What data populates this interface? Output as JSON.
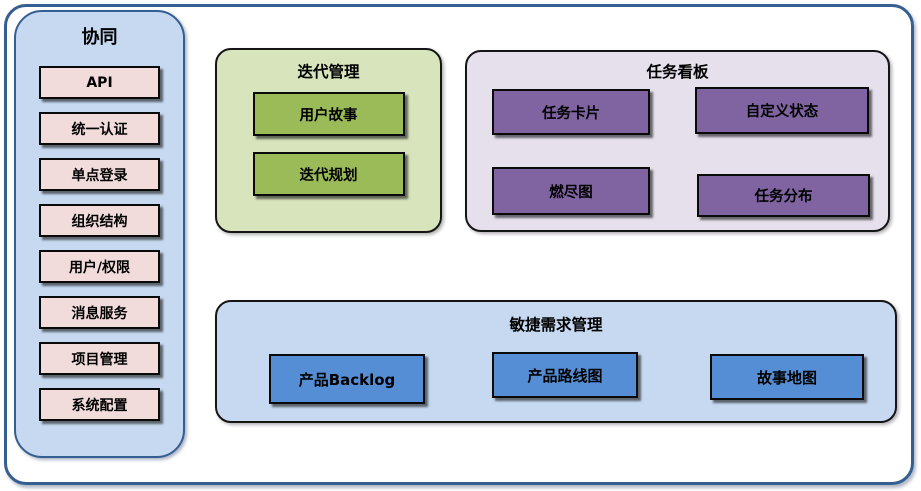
{
  "colors": {
    "frame_border": "#365f91",
    "sidebar_bg": "#c6d9f1",
    "sidebar_box_bg": "#f2dcdb",
    "iteration_panel_bg": "#d7e4bc",
    "iteration_box_bg": "#9bbb59",
    "kanban_panel_bg": "#e6e0ec",
    "kanban_box_bg": "#8064a2",
    "requirements_panel_bg": "#c6d9f1",
    "requirements_box_bg": "#558ed5",
    "box_border": "#000000",
    "text": "#000000"
  },
  "sidebar": {
    "title": "协同",
    "items": [
      "API",
      "统一认证",
      "单点登录",
      "组织结构",
      "用户/权限",
      "消息服务",
      "项目管理",
      "系统配置"
    ]
  },
  "iteration_panel": {
    "title": "迭代管理",
    "items": [
      "用户故事",
      "迭代规划"
    ]
  },
  "kanban_panel": {
    "title": "任务看板",
    "items": [
      "任务卡片",
      "自定义状态",
      "燃尽图",
      "任务分布"
    ]
  },
  "requirements_panel": {
    "title": "敏捷需求管理",
    "items": [
      "产品Backlog",
      "产品路线图",
      "故事地图"
    ]
  }
}
